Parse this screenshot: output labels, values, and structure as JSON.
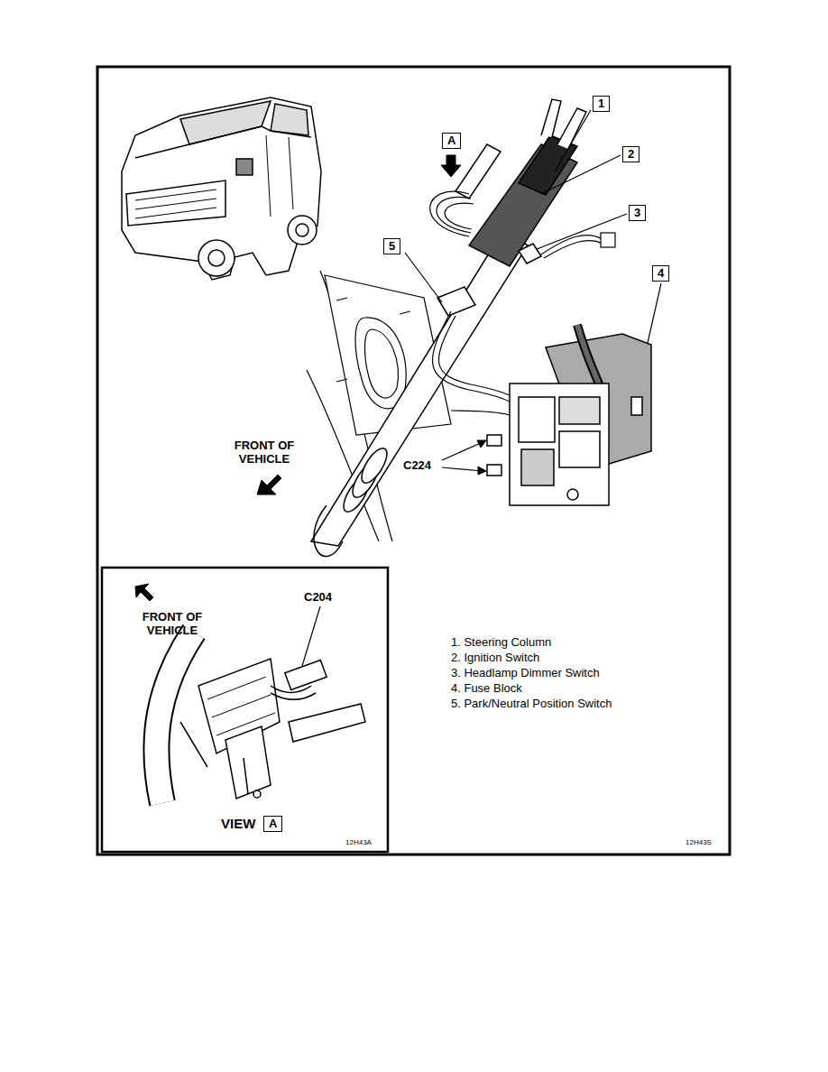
{
  "diagram": {
    "labels": [
      "A",
      "1",
      "2",
      "3",
      "5",
      "4",
      "FRONT OF VEHICLE",
      "C224",
      "FRONT OF VEHICLE",
      "C204",
      "1. Steering Column",
      "2. Ignition Switch",
      "3. Headlamp Dimmer Switch",
      "4. Fuse Block",
      "5. Park/Neutral Position Switch",
      "VIEW",
      "A",
      "12H43A",
      "12H43S"
    ]
  }
}
